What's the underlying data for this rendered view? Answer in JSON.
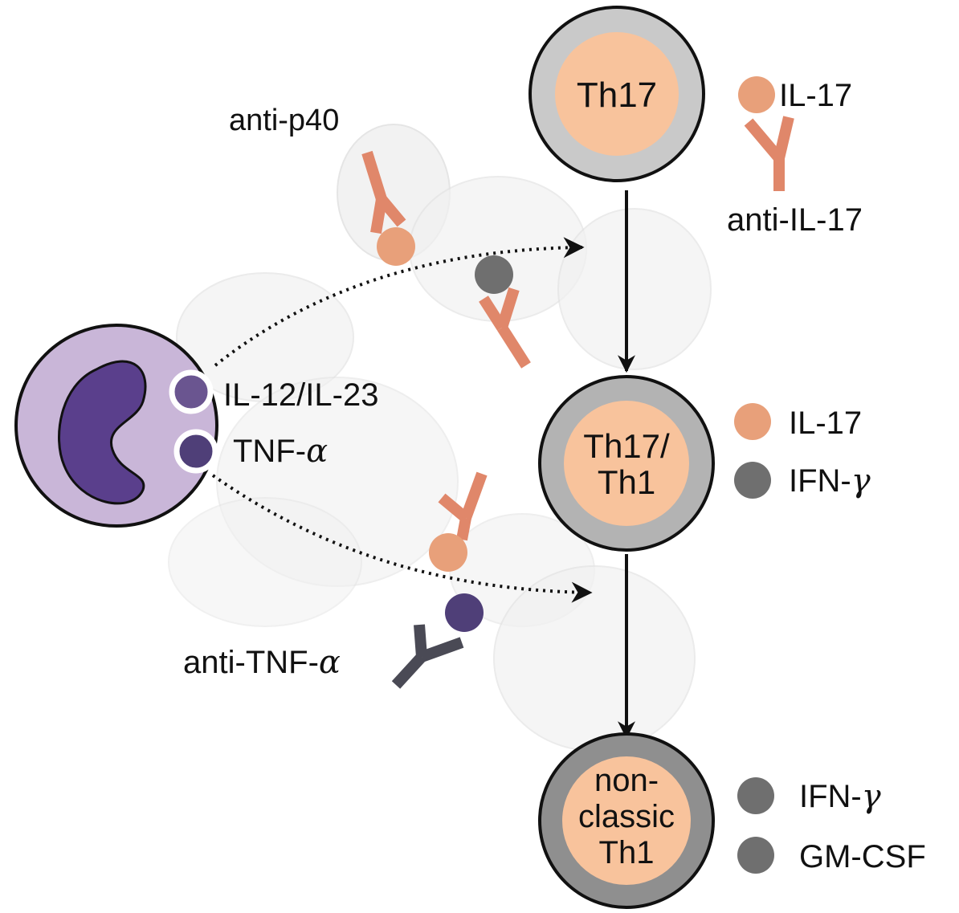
{
  "colors": {
    "cytokine_orange": "#e8a07a",
    "antibody_orange": "#e0876a",
    "cytokine_gray": "#6f6f6f",
    "cytokine_purple": "#5a4a80",
    "antibody_dark": "#4a4a55",
    "cell_core": "#f8c39c",
    "cell_ring_light": "#c9c9c9",
    "cell_ring_dark": "#9a9a9a",
    "macrophage_body": "#c9b6d8",
    "macrophage_nucleus": "#5a3f8c"
  },
  "cells": {
    "th17": {
      "label": "Th17"
    },
    "th17_th1": {
      "line1": "Th17/",
      "line2": "Th1"
    },
    "nonclassic_th1": {
      "line1": "non-",
      "line2": "classic",
      "line3": "Th1"
    }
  },
  "macrophage": {
    "il12_il23": "IL-12/IL-23",
    "tnf_prefix": "TNF-",
    "tnf_symbol": "α"
  },
  "antibodies": {
    "anti_p40": "anti-p40",
    "anti_il17": "anti-IL-17",
    "anti_tnf_prefix": "anti-TNF-",
    "anti_tnf_symbol": "α"
  },
  "cytokines": {
    "th17_il17": "IL-17",
    "mid_il17": "IL-17",
    "mid_ifn_prefix": "IFN-",
    "mid_ifn_symbol": "γ",
    "bottom_ifn_prefix": "IFN-",
    "bottom_ifn_symbol": "γ",
    "bottom_gmcsf": "GM-CSF"
  }
}
